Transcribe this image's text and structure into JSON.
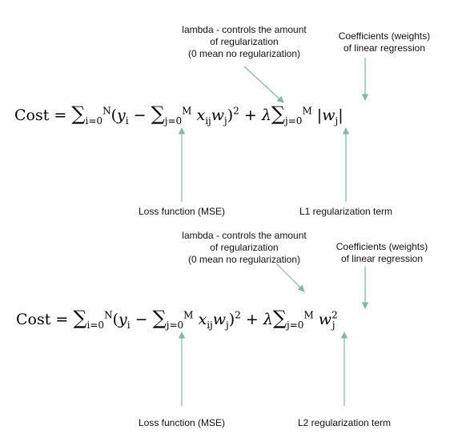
{
  "accent_color": "#7fb8a6",
  "panels": [
    {
      "lambda_label": [
        "lambda - controls the amount",
        "of regularization",
        "(0 mean no regularization)"
      ],
      "coef_label": [
        "Coefficients (weights)",
        "of linear regression"
      ],
      "loss_label": "Loss function (MSE)",
      "reg_label": "L1 regularization term",
      "formula": {
        "lhs": "Cost",
        "eq": "=",
        "sigma1_sup": "N",
        "sigma1_sub": "i=0",
        "open": "(",
        "y": "y",
        "y_sub": "i",
        "minus": "−",
        "sigma2_sup": "M",
        "sigma2_sub": "j=0",
        "x": "x",
        "x_sub": "ij",
        "w": "w",
        "w_sub": "j",
        "close": ")",
        "square": "2",
        "plus": "+",
        "lambda": "λ",
        "sigma3_sup": "M",
        "sigma3_sub": "j=0",
        "bar_open": "|",
        "term_w": "w",
        "term_sub": "j",
        "bar_close": "|"
      }
    },
    {
      "lambda_label": [
        "lambda - controls the amount",
        "of regularization",
        "(0 mean no regularization)"
      ],
      "coef_label": [
        "Coefficients (weights)",
        "of linear regression"
      ],
      "loss_label": "Loss function (MSE)",
      "reg_label": "L2 regularization term",
      "formula": {
        "lhs": "Cost",
        "eq": "=",
        "sigma1_sup": "N",
        "sigma1_sub": "i=0",
        "open": "(",
        "y": "y",
        "y_sub": "i",
        "minus": "−",
        "sigma2_sup": "M",
        "sigma2_sub": "j=0",
        "x": "x",
        "x_sub": "ij",
        "w": "w",
        "w_sub": "j",
        "close": ")",
        "square": "2",
        "plus": "+",
        "lambda": "λ",
        "sigma3_sup": "M",
        "sigma3_sub": "j=0",
        "term_w": "w",
        "term_sub": "j",
        "term_sup": "2"
      }
    }
  ]
}
